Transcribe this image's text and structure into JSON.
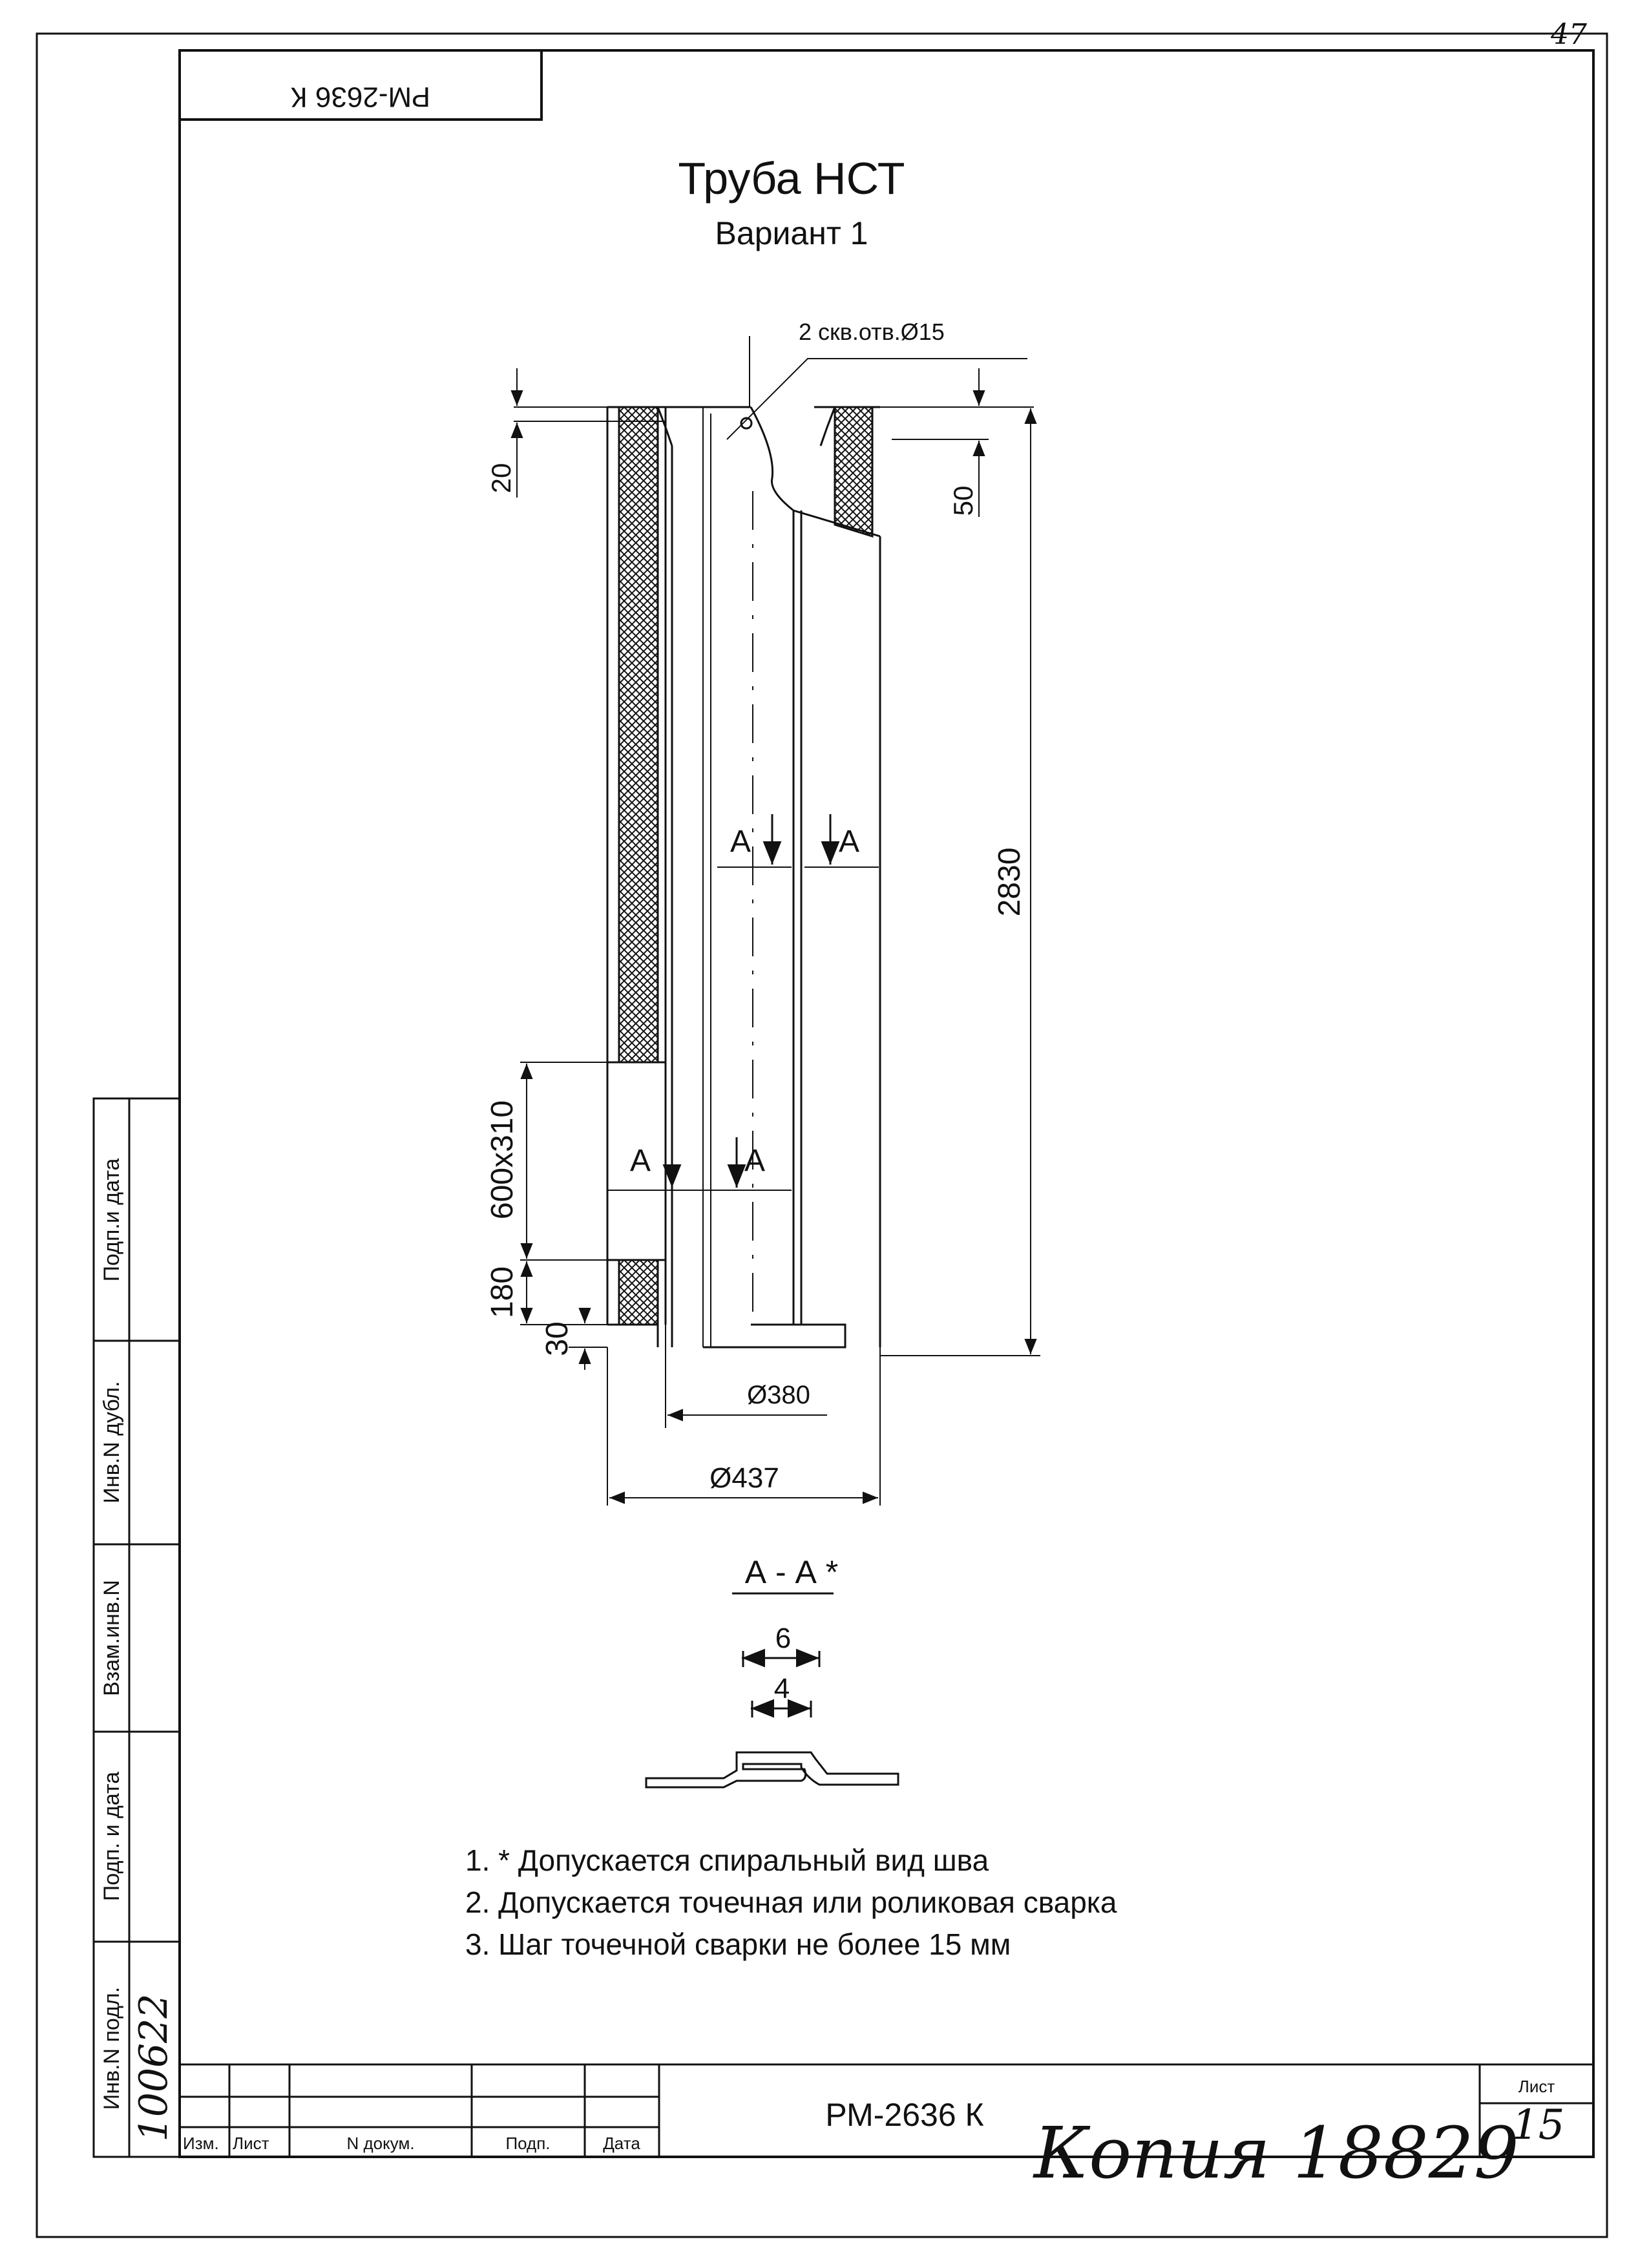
{
  "page_number": "47",
  "header_stamp": "РМ-2636 К",
  "title": "Труба НСТ",
  "subtitle": "Вариант 1",
  "drawing": {
    "hole_callout": "2 скв.отв.Ø15",
    "dims": {
      "top_left": "20",
      "top_right": "50",
      "length": "2830",
      "opening": "600х310",
      "lower_gap": "180",
      "bottom": "30",
      "inner_diameter": "Ø380",
      "outer_diameter": "Ø437"
    },
    "section_mark": "А",
    "section_title": "А - А *",
    "seam_dim_outer": "6",
    "seam_dim_inner": "4"
  },
  "notes": [
    "1.  * Допускается спиральный вид шва",
    "2.  Допускается точечная или роликовая сварка",
    "3.  Шаг точечной сварки не более 15 мм"
  ],
  "side_stamp": {
    "labels": [
      "Подп.и дата",
      "Инв.N дубл.",
      "Взам.инв.N",
      "Подп. и дата",
      "Инв.N подл."
    ],
    "inv_number": "100622"
  },
  "title_block": {
    "doc_code": "РМ-2636 К",
    "columns": [
      "Изм.",
      "Лист",
      "N докум.",
      "Подп.",
      "Дата"
    ],
    "sheet_label": "Лист",
    "sheet_number": "15",
    "copy_note": "Копия 18829"
  }
}
